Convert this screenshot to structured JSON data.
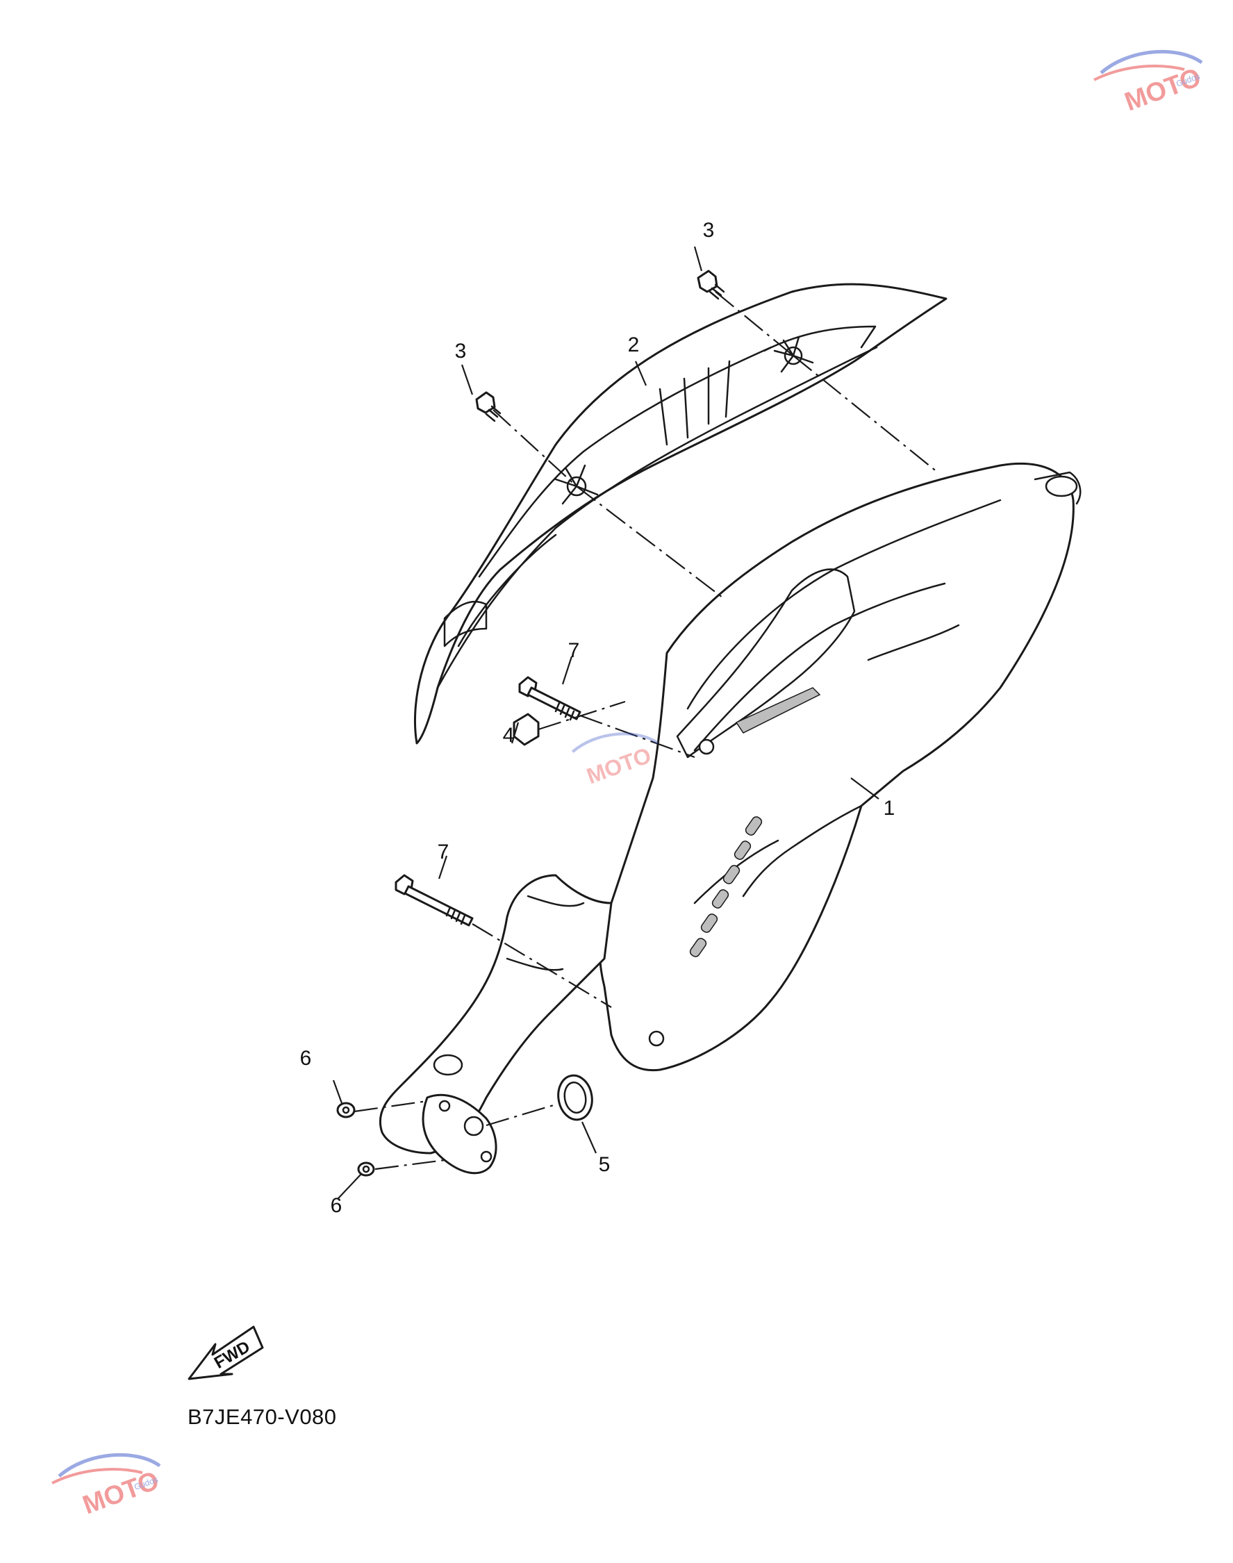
{
  "diagram_code": "B7JE470-V080",
  "direction_label": "FWD",
  "callouts": [
    "1",
    "2",
    "3",
    "3",
    "4",
    "5",
    "6",
    "6",
    "7",
    "7"
  ],
  "watermark_text": "MOTO Gudos",
  "colors": {
    "line": "#1a1a1a",
    "watermark_red": "#e63a3a",
    "watermark_blue": "#3a55c8",
    "background": "#ffffff"
  }
}
